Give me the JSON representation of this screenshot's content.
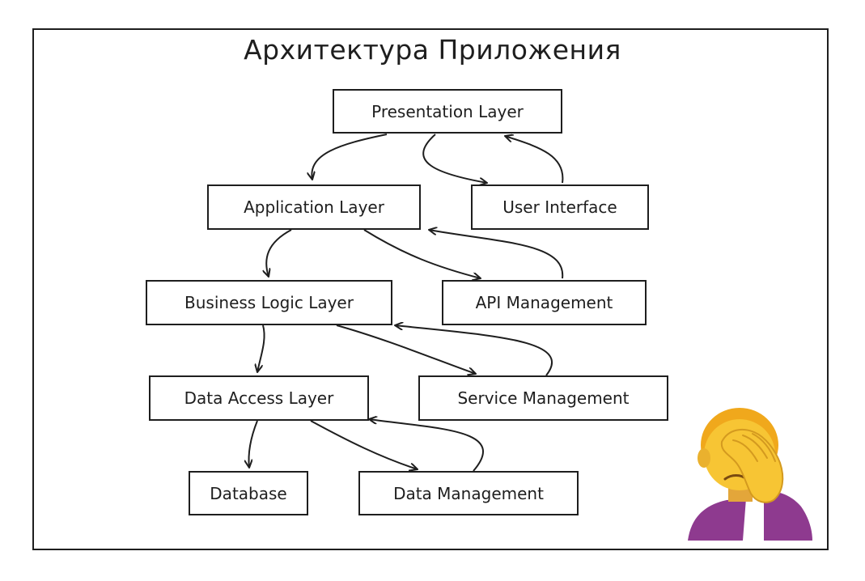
{
  "diagram": {
    "title": "Архитектура Приложения",
    "nodes": {
      "presentation": "Presentation Layer",
      "application": "Application Layer",
      "user_interface": "User Interface",
      "business_logic": "Business Logic Layer",
      "api_management": "API Management",
      "data_access": "Data Access Layer",
      "service_management": "Service Management",
      "database": "Database",
      "data_management": "Data Management"
    },
    "edges": [
      {
        "from": "presentation",
        "to": "application"
      },
      {
        "from": "presentation",
        "to": "user_interface"
      },
      {
        "from": "user_interface",
        "to": "presentation"
      },
      {
        "from": "application",
        "to": "business_logic"
      },
      {
        "from": "application",
        "to": "api_management"
      },
      {
        "from": "api_management",
        "to": "application"
      },
      {
        "from": "business_logic",
        "to": "data_access"
      },
      {
        "from": "business_logic",
        "to": "service_management"
      },
      {
        "from": "service_management",
        "to": "business_logic"
      },
      {
        "from": "data_access",
        "to": "database"
      },
      {
        "from": "data_access",
        "to": "data_management"
      },
      {
        "from": "data_management",
        "to": "data_access"
      }
    ],
    "decoration": {
      "emoji_icon": "face-palm-emoji"
    },
    "colors": {
      "stroke": "#1e1e1e",
      "background": "#ffffff",
      "emoji_skin": "#f7c534",
      "emoji_shirt": "#8e3a8f"
    }
  }
}
